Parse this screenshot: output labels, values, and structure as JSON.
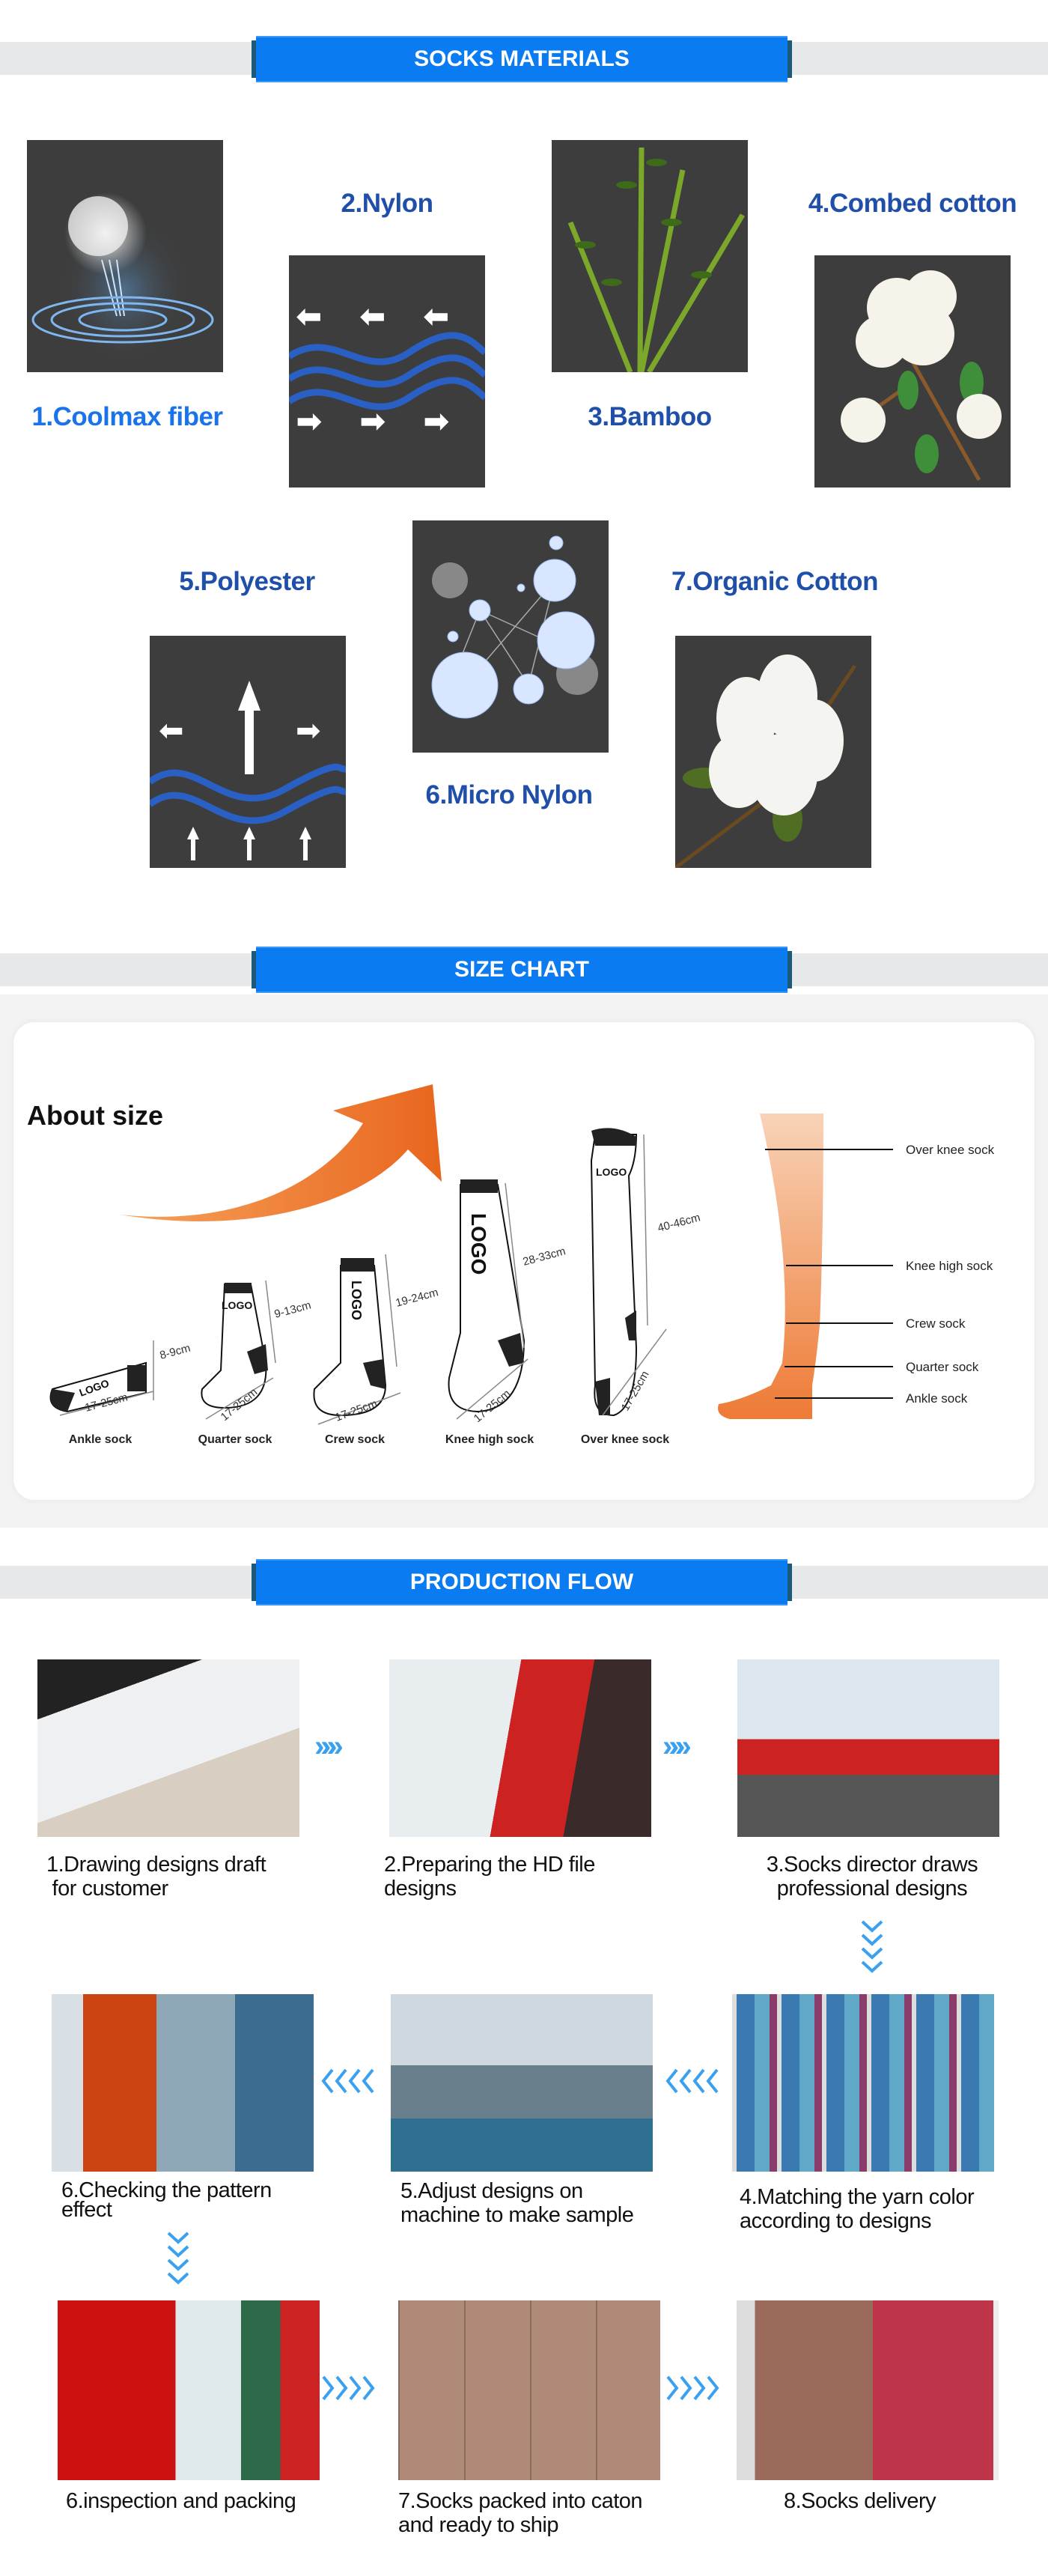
{
  "sections": {
    "materials_title": "SOCKS MATERIALS",
    "size_title": "SIZE CHART",
    "flow_title": "PRODUCTION FLOW"
  },
  "materials": [
    {
      "label": "1.Coolmax fiber",
      "icon": "coolmax-fiber-icon"
    },
    {
      "label": "2.Nylon",
      "icon": "nylon-arrows-icon"
    },
    {
      "label": "3.Bamboo",
      "icon": "bamboo-icon"
    },
    {
      "label": "4.Combed cotton",
      "icon": "cotton-branch-icon"
    },
    {
      "label": "5.Polyester",
      "icon": "polyester-arrows-icon"
    },
    {
      "label": "6.Micro Nylon",
      "icon": "molecule-bubbles-icon"
    },
    {
      "label": "7.Organic Cotton",
      "icon": "cotton-boll-icon"
    }
  ],
  "size_chart": {
    "heading": "About size",
    "socks": [
      {
        "name": "Ankle sock",
        "height": "8-9cm",
        "foot": "17-25cm"
      },
      {
        "name": "Quarter sock",
        "height": "9-13cm",
        "foot": "17-25cm"
      },
      {
        "name": "Crew sock",
        "height": "19-24cm",
        "foot": "17-25cm"
      },
      {
        "name": "Knee high sock",
        "height": "28-33cm",
        "foot": "17-25cm"
      },
      {
        "name": "Over knee sock",
        "height": "40-46cm",
        "foot": "17-25cm"
      }
    ],
    "logo_text": "LOGO",
    "leg_labels": [
      "Over knee sock",
      "Knee high sock",
      "Crew sock",
      "Quarter sock",
      "Ankle sock"
    ],
    "colors": {
      "arrow": "#f07a2a",
      "leg": "#f2a070"
    }
  },
  "flow": [
    {
      "line1": "1.Drawing  designs draft",
      "line2": " for customer"
    },
    {
      "line1": "2.Preparing the HD file",
      "line2": "designs"
    },
    {
      "line1": "3.Socks director draws",
      "line2": "professional designs"
    },
    {
      "line1": "4.Matching the yarn color",
      "line2": "according to designs"
    },
    {
      "line1": "5.Adjust designs on",
      "line2": "machine to make sample"
    },
    {
      "line1": "6.Checking the pattern",
      "line2": "effect"
    },
    {
      "line1": "6.inspection and packing",
      "line2": ""
    },
    {
      "line1": "7.Socks packed into caton",
      "line2": "and ready to ship"
    },
    {
      "line1": "8.Socks delivery",
      "line2": ""
    }
  ],
  "arrows": {
    "right": "»»»",
    "left": "«««",
    "down": "⌄"
  }
}
